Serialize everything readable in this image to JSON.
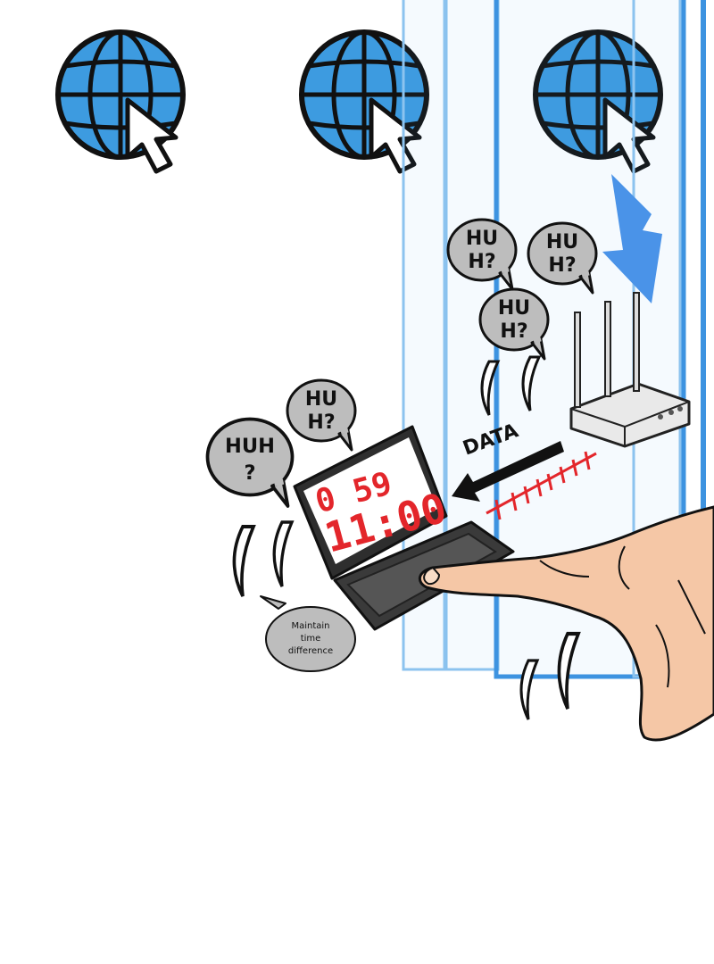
{
  "speech_bubbles": [
    {
      "line1": "HU",
      "line2": "H?"
    },
    {
      "line1": "HU",
      "line2": "H?"
    },
    {
      "line1": "HU",
      "line2": "H?"
    },
    {
      "line1": "HU",
      "line2": "H?"
    },
    {
      "line1": "HUH",
      "line2": "?"
    }
  ],
  "caption_bubble": {
    "line1": "Maintain",
    "line2": "time",
    "line3": "difference"
  },
  "arrow_label": "DATA",
  "laptop_screen": {
    "top_digits": "0 59",
    "bottom_digits": "11:00"
  },
  "colors": {
    "globe_blue": "#3d9be0",
    "bolt_blue": "#4a93e8",
    "screen_red": "#e3262b",
    "glass_blue": "#5aa6e8",
    "bubble_grey": "#bdbdbd",
    "skin": "#f5c7a6"
  },
  "icons": [
    "globe-cursor-icon",
    "lightning-bolt-icon",
    "router-icon",
    "laptop-icon",
    "pointing-hand-icon"
  ]
}
